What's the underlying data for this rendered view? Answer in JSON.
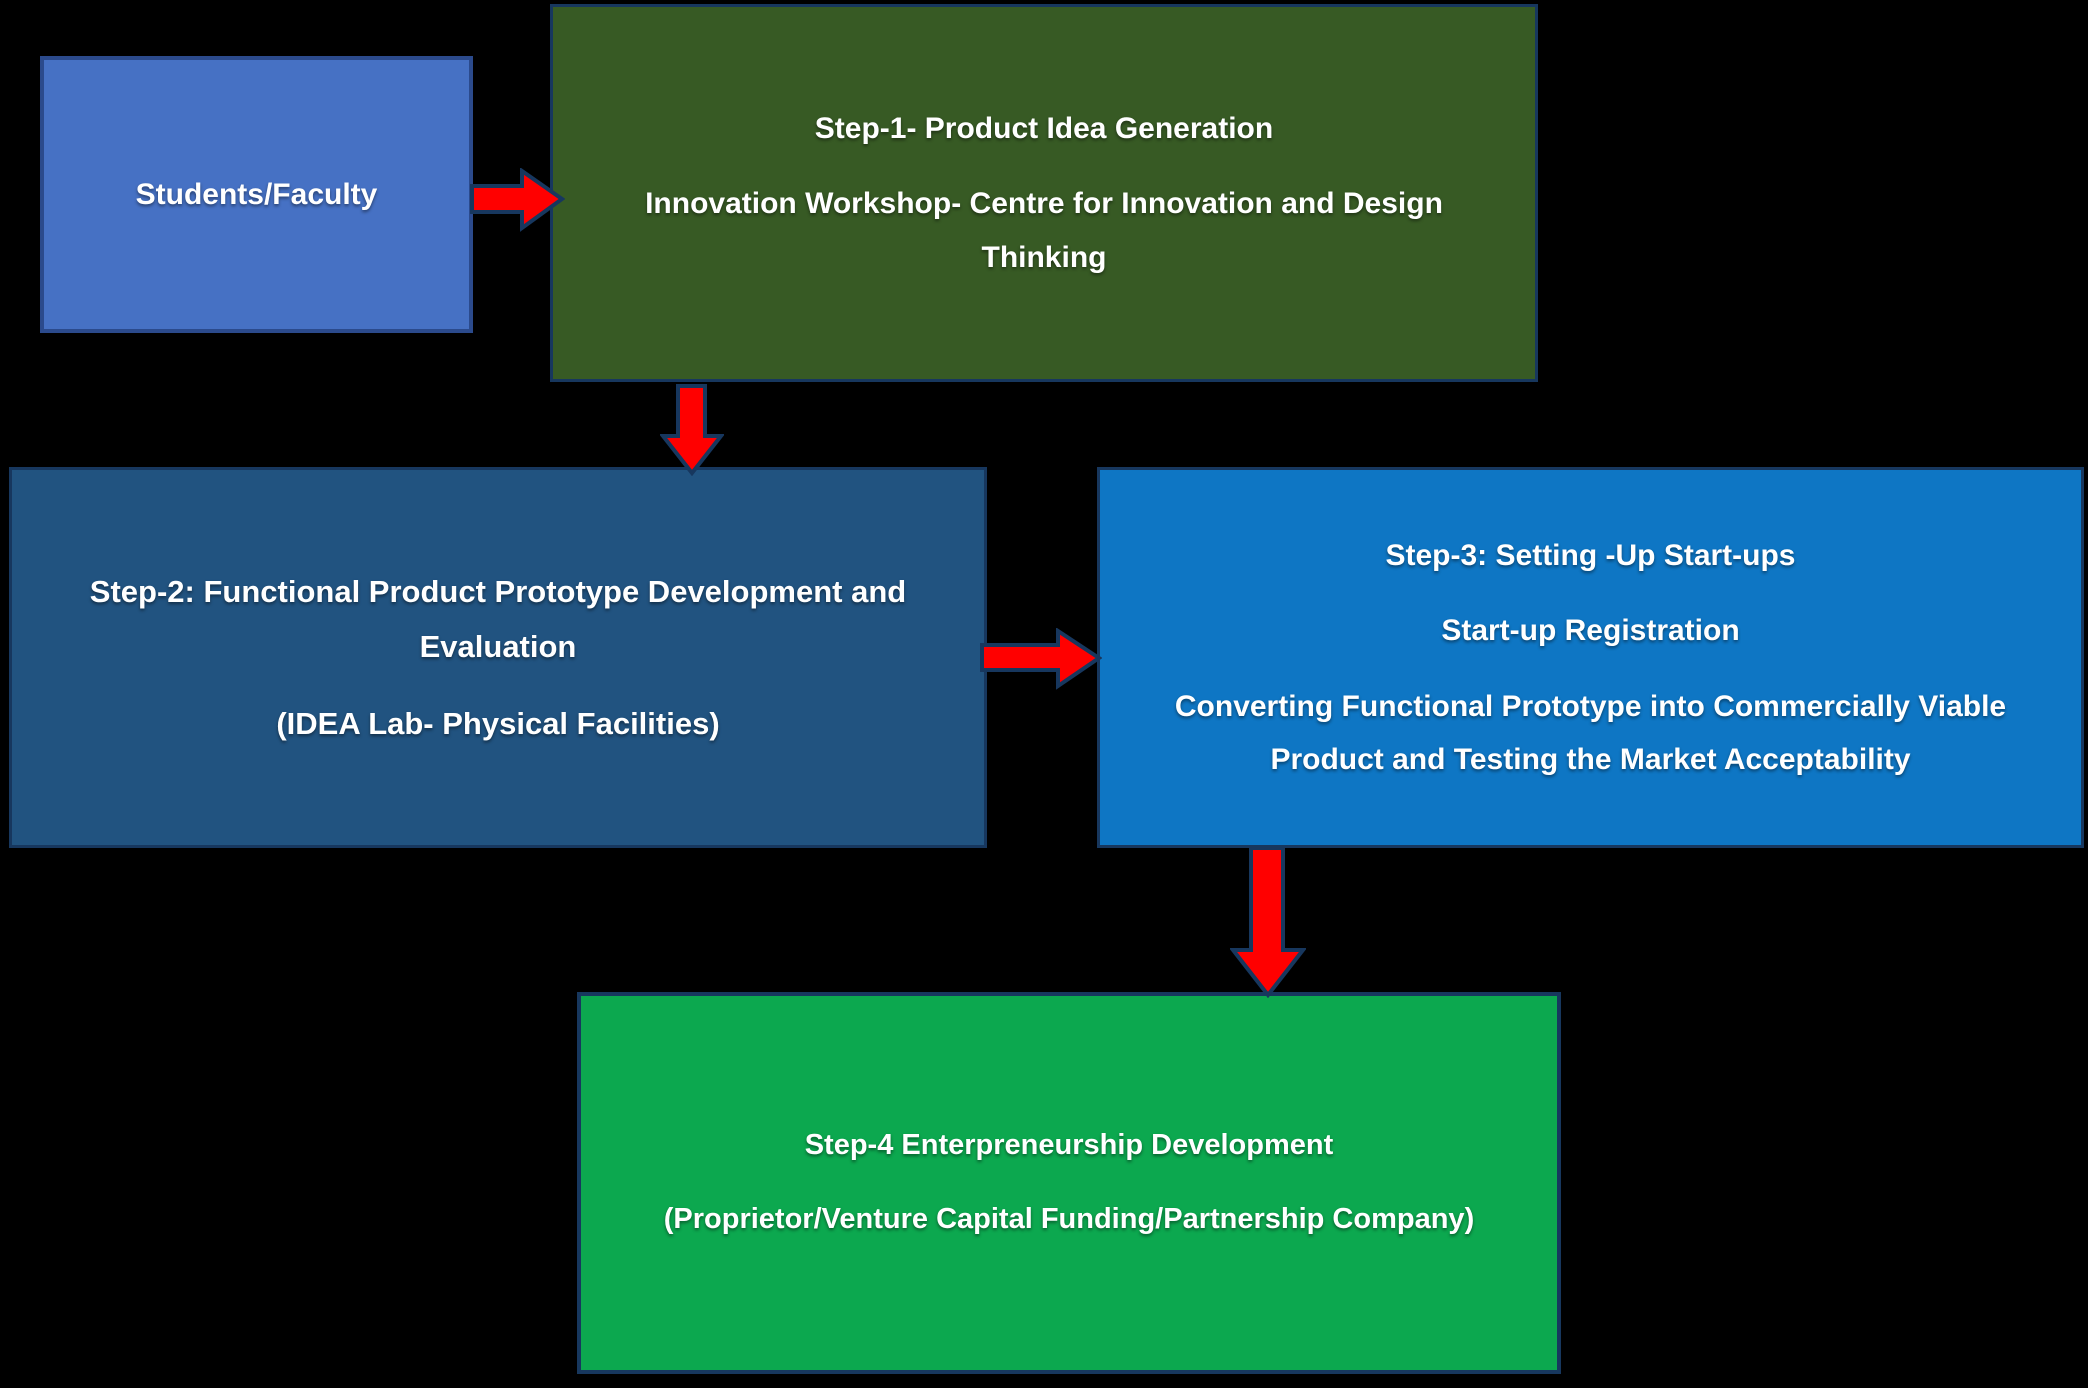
{
  "flowchart": {
    "background_color": "#000000",
    "arrow": {
      "fill_color": "#FF0000",
      "outline_color": "#17375E"
    },
    "students": {
      "label": "Students/Faculty",
      "fill_color": "#4671C4",
      "border_color": "#2B4A8C"
    },
    "step1": {
      "line1": "Step-1- Product Idea Generation",
      "line2": "Innovation Workshop- Centre for Innovation and Design Thinking",
      "fill_color": "#375A24",
      "border_color": "#17375E"
    },
    "step2": {
      "line1": "Step-2: Functional Product Prototype Development and Evaluation",
      "line2": "(IDEA Lab- Physical Facilities)",
      "fill_color": "#215380",
      "border_color": "#17375E"
    },
    "step3": {
      "line1": "Step-3: Setting -Up Start-ups",
      "line2": "Start-up Registration",
      "line3": "Converting Functional Prototype into Commercially Viable Product and Testing the Market Acceptability",
      "fill_color": "#0E76C4",
      "border_color": "#17375E"
    },
    "step4": {
      "line1": "Step-4 Enterpreneurship Development",
      "line2": "(Proprietor/Venture Capital Funding/Partnership Company)",
      "fill_color": "#0CA84F",
      "border_color": "#17375E"
    }
  }
}
